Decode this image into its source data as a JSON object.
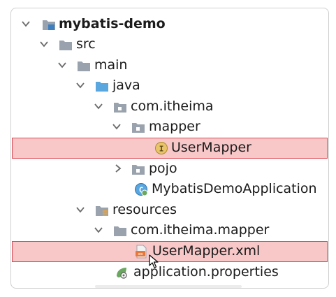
{
  "project_tree": {
    "root": {
      "label": "mybatis-demo",
      "icon": "module-folder-icon"
    },
    "src": {
      "label": "src",
      "icon": "folder-icon"
    },
    "main": {
      "label": "main",
      "icon": "folder-icon"
    },
    "java": {
      "label": "java",
      "icon": "source-root-folder-icon"
    },
    "com_itheima": {
      "label": "com.itheima",
      "icon": "package-icon"
    },
    "mapper": {
      "label": "mapper",
      "icon": "package-icon"
    },
    "user_mapper": {
      "label": "UserMapper",
      "icon": "java-interface-icon",
      "highlighted": true
    },
    "pojo": {
      "label": "pojo",
      "icon": "package-icon"
    },
    "app": {
      "label": "MybatisDemoApplication",
      "icon": "spring-boot-class-icon"
    },
    "resources": {
      "label": "resources",
      "icon": "resources-root-folder-icon"
    },
    "res_mapper_pkg": {
      "label": "com.itheima.mapper",
      "icon": "folder-icon"
    },
    "user_mapper_xml": {
      "label": "UserMapper.xml",
      "icon": "xml-file-icon",
      "highlighted": true
    },
    "app_props": {
      "label": "application.properties",
      "icon": "spring-properties-icon"
    }
  },
  "colors": {
    "highlight_bg": "#f8c8c9",
    "highlight_border": "#d94a55",
    "folder_gray": "#9aa3ad",
    "source_blue": "#5aa7e0",
    "interface_yellow": "#e9c46a",
    "xml_orange": "#e8773a",
    "spring_green": "#6aa85f"
  }
}
